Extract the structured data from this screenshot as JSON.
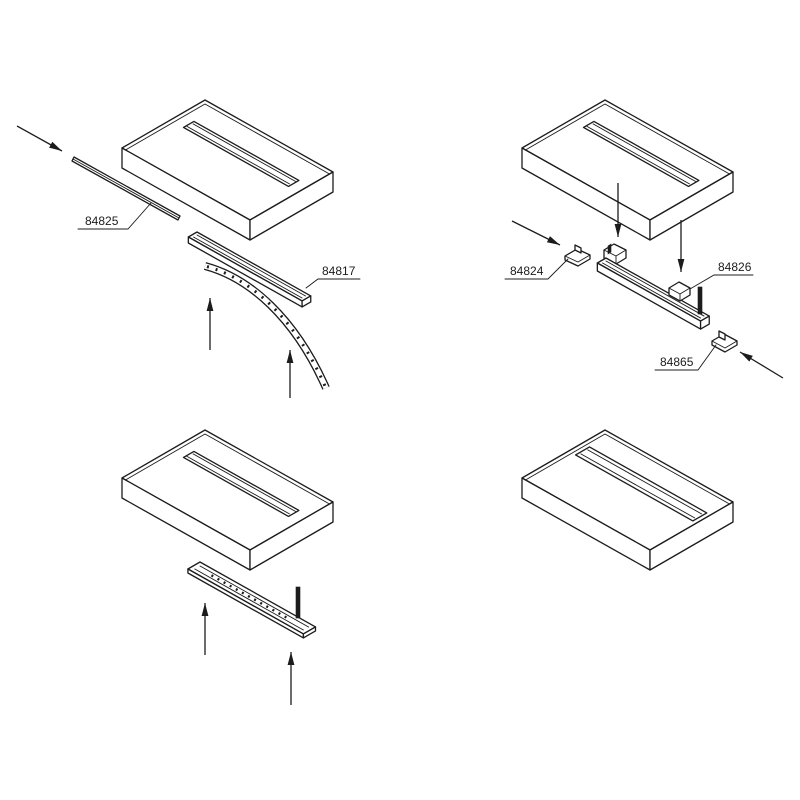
{
  "colors": {
    "line": "#1c1c1c",
    "background": "#ffffff"
  },
  "panels": [
    {
      "callouts": [
        "84825",
        "84817"
      ]
    },
    {
      "callouts": [
        "84824",
        "84826",
        "84865"
      ]
    },
    {
      "callouts": []
    },
    {
      "callouts": []
    }
  ]
}
